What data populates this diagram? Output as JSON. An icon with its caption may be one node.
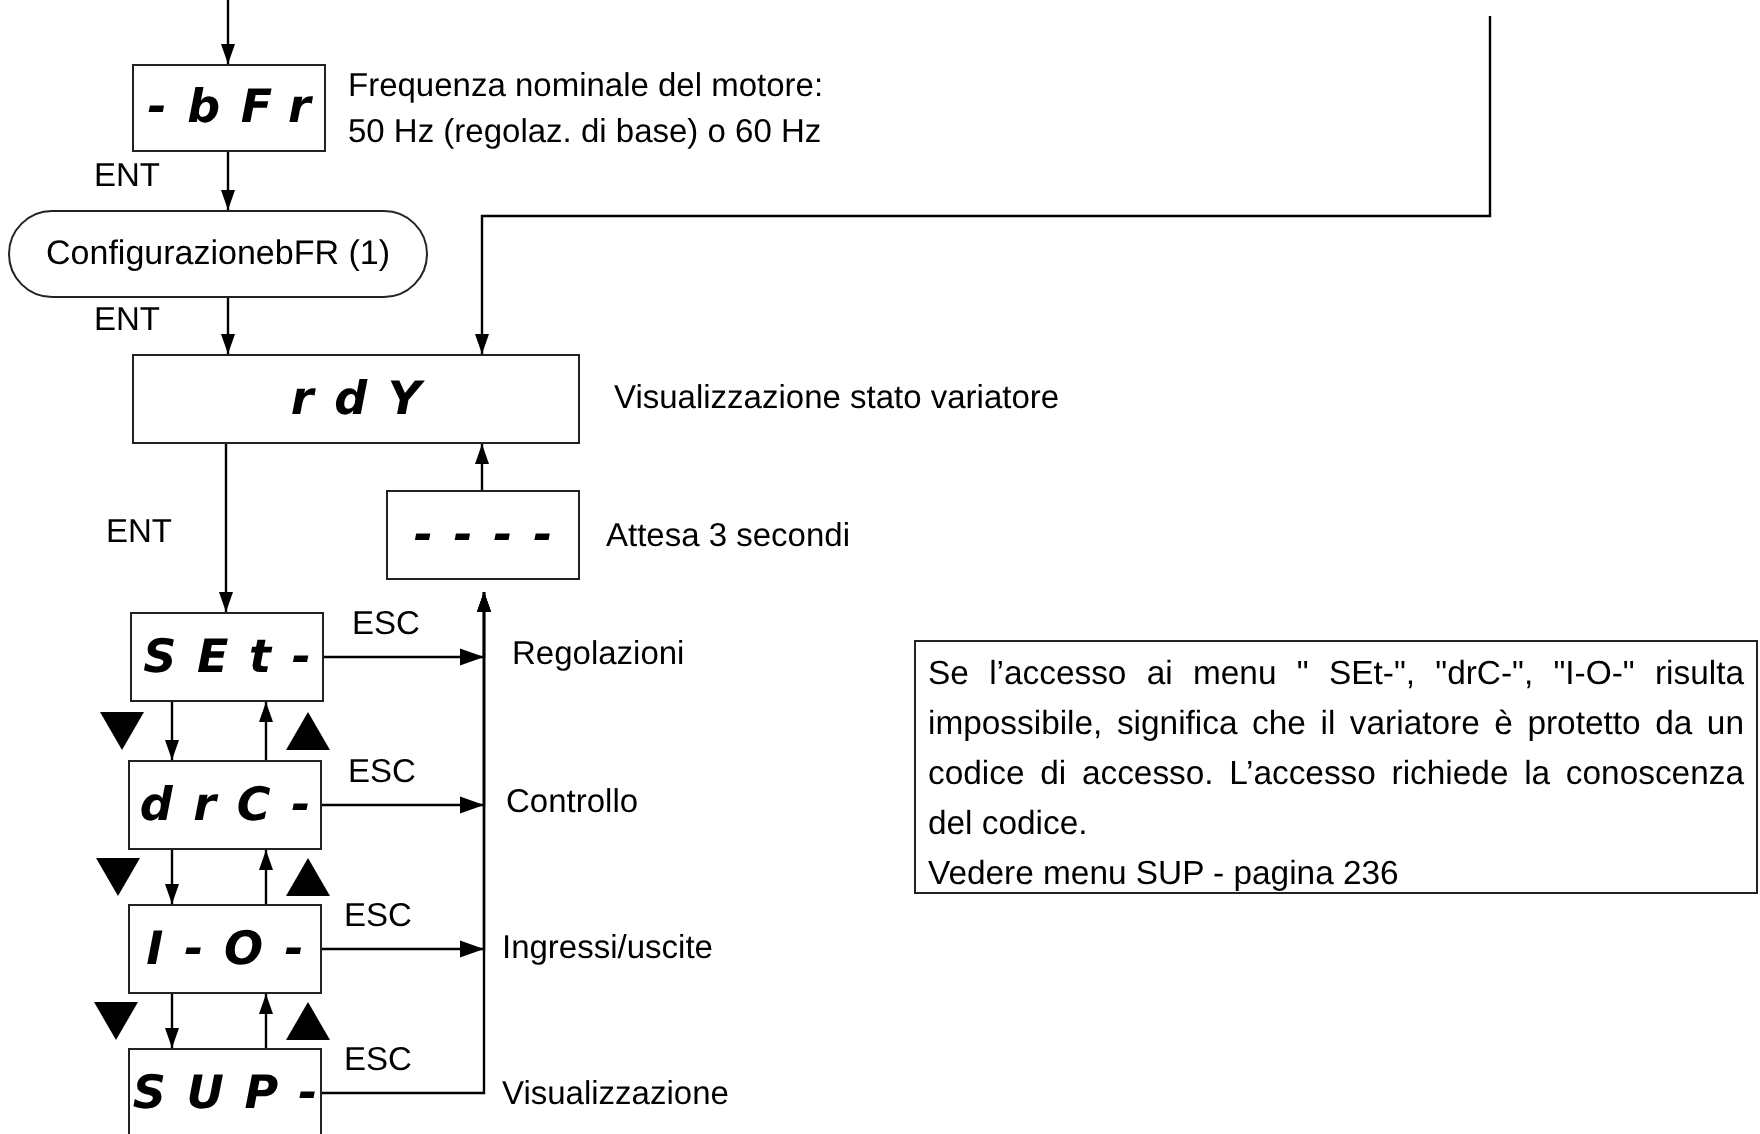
{
  "diagram": {
    "nodes": [
      {
        "text": [
          "-bFr"
        ],
        "beside": [
          "Frequenza nominale del motore: 50 Hz (regolaz. di base) o 60 Hz"
        ]
      },
      {
        "text": [
          "ConfigurazionebFR (1)"
        ]
      },
      {
        "text": [
          "rdY"
        ],
        "beside": [
          "Visualizzazione stato variatore"
        ]
      },
      {
        "text": [
          "----"
        ],
        "beside": [
          "Attesa 3 secondi"
        ]
      },
      {
        "text": [
          "SEt-"
        ]
      },
      {
        "text": [
          "drC-"
        ]
      },
      {
        "text": [
          "I-O-"
        ]
      },
      {
        "text": [
          "SUP-"
        ]
      },
      {
        "text": [
          "Se l’accesso ai menu \" SEt-\", \"drC-\", \"I-O-\" risulta impossibile, significa che il variatore è protetto da un codice di accesso. L’accesso richiede la conoscenza del codice.",
          "Vedere menu SUP - pagina 236"
        ]
      }
    ],
    "edges": [
      {
        "from": null,
        "to": 0,
        "arrow": "to"
      },
      {
        "from": 0,
        "to": 1,
        "arrow": "to",
        "label": "ENT"
      },
      {
        "from": 1,
        "to": 2,
        "arrow": "to",
        "label": "ENT"
      },
      {
        "from": null,
        "to": 2,
        "arrow": "to"
      },
      {
        "from": 3,
        "to": 2,
        "arrow": "to"
      },
      {
        "from": 2,
        "to": 4,
        "arrow": "to",
        "label": "ENT"
      },
      {
        "from": 4,
        "to": 5,
        "arrow": "to"
      },
      {
        "from": 5,
        "to": 4,
        "arrow": "to"
      },
      {
        "from": 5,
        "to": 6,
        "arrow": "to"
      },
      {
        "from": 6,
        "to": 5,
        "arrow": "to"
      },
      {
        "from": 6,
        "to": 7,
        "arrow": "to"
      },
      {
        "from": 7,
        "to": 6,
        "arrow": "to"
      },
      {
        "from": 4,
        "to": 3,
        "arrow": "to",
        "label": "ESC"
      },
      {
        "from": 5,
        "to": 3,
        "arrow": "to",
        "label": "ESC"
      },
      {
        "from": 6,
        "to": 3,
        "arrow": "to",
        "label": "ESC"
      },
      {
        "from": 7,
        "to": 3,
        "arrow": "to",
        "label": "ESC"
      }
    ],
    "labels": [
      "Regolazioni",
      "Controllo",
      "Ingressi/uscite",
      "Visualizzazione"
    ]
  }
}
